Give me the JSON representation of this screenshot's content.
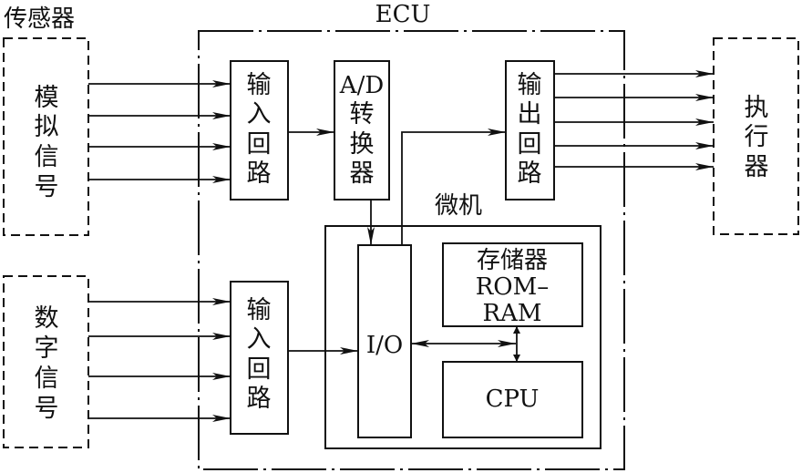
{
  "sensor_label": "传感器",
  "ecu_label": "ECU",
  "microcomputer_label": "微机",
  "analog_signal": [
    "模",
    "拟",
    "信",
    "号"
  ],
  "digital_signal": [
    "数",
    "字",
    "信",
    "号"
  ],
  "input_circuit_top": [
    "输",
    "入",
    "回",
    "路"
  ],
  "input_circuit_bottom": [
    "输",
    "入",
    "回",
    "路"
  ],
  "ad_converter": [
    "A/D",
    "转",
    "换",
    "器"
  ],
  "output_circuit": [
    "输",
    "出",
    "回",
    "路"
  ],
  "actuator": [
    "执",
    "行",
    "器"
  ],
  "io_label": "I/O",
  "memory": [
    "存储器",
    "ROM–",
    "RAM"
  ],
  "cpu_label": "CPU"
}
